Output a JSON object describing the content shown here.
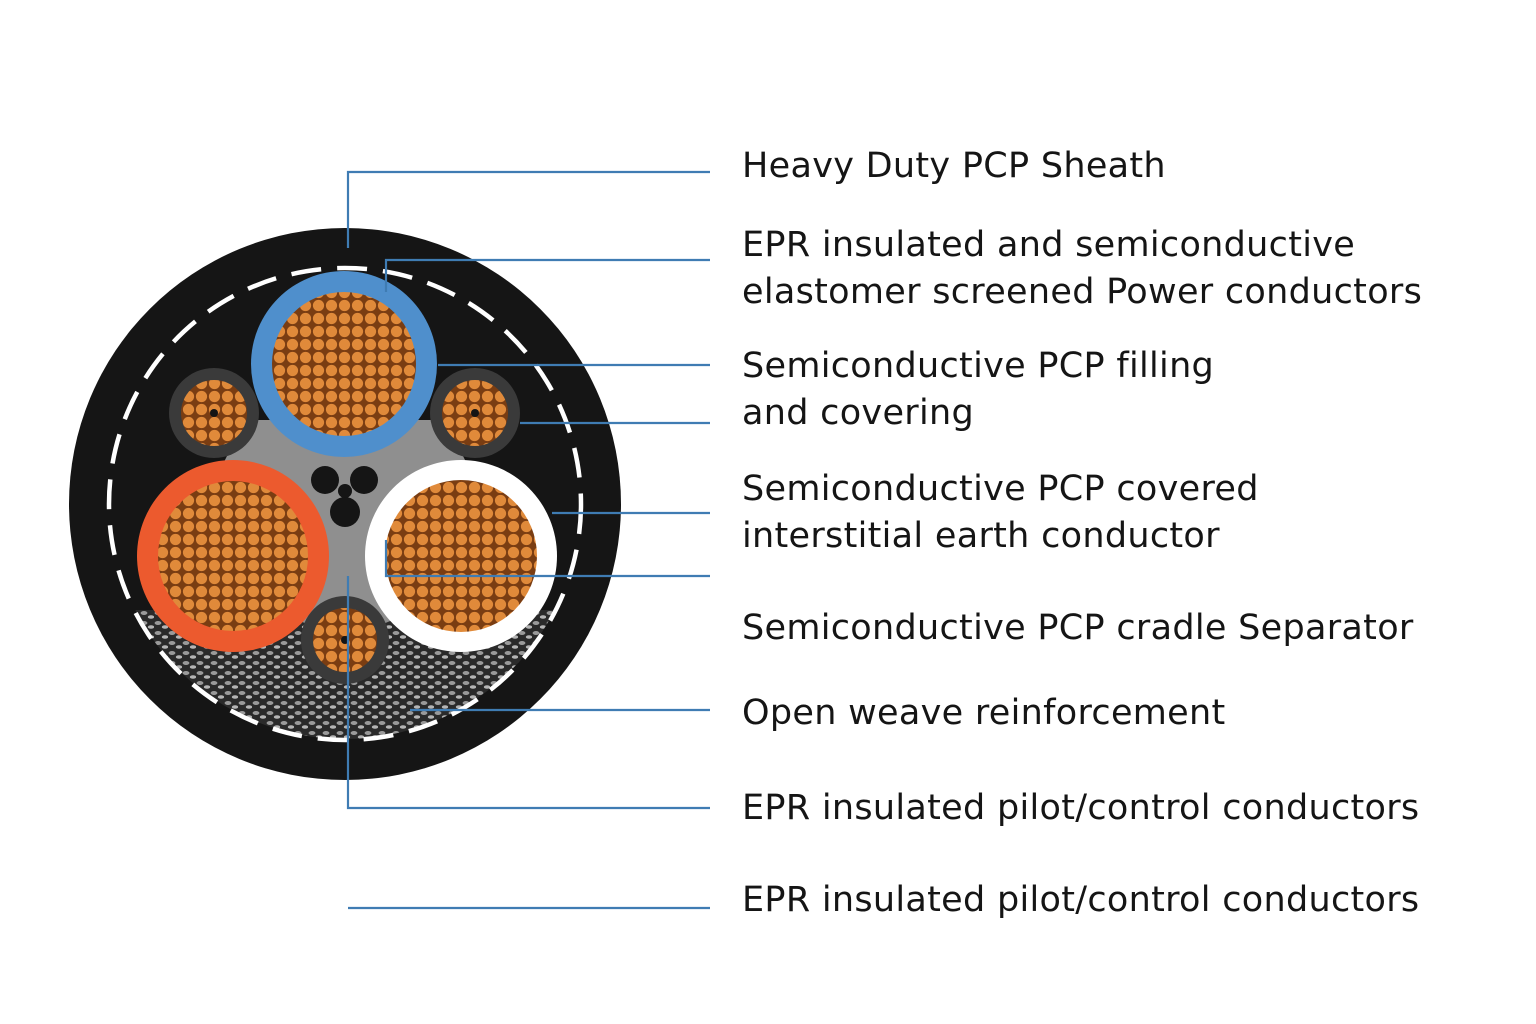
{
  "labels": [
    {
      "lines": [
        "Heavy Duty PCP Sheath"
      ]
    },
    {
      "lines": [
        "EPR insulated and semiconductive",
        "elastomer screened Power conductors"
      ]
    },
    {
      "lines": [
        "Semiconductive PCP filling",
        "and covering"
      ]
    },
    {
      "lines": [
        "Semiconductive PCP covered",
        "interstitial earth conductor"
      ]
    },
    {
      "lines": [
        "Semiconductive PCP cradle Separator"
      ]
    },
    {
      "lines": [
        "Open weave reinforcement"
      ]
    },
    {
      "lines": [
        "EPR insulated pilot/control conductors"
      ]
    },
    {
      "lines": [
        "EPR insulated pilot/control conductors"
      ]
    }
  ],
  "colors": {
    "leader": "#3f7cb3",
    "sheath": "#151515",
    "copper": "#d9822e",
    "power_blue": "#4f8fcc",
    "power_red": "#ec5a2e",
    "power_white": "#ffffff",
    "cradle": "#8f8f8f"
  }
}
